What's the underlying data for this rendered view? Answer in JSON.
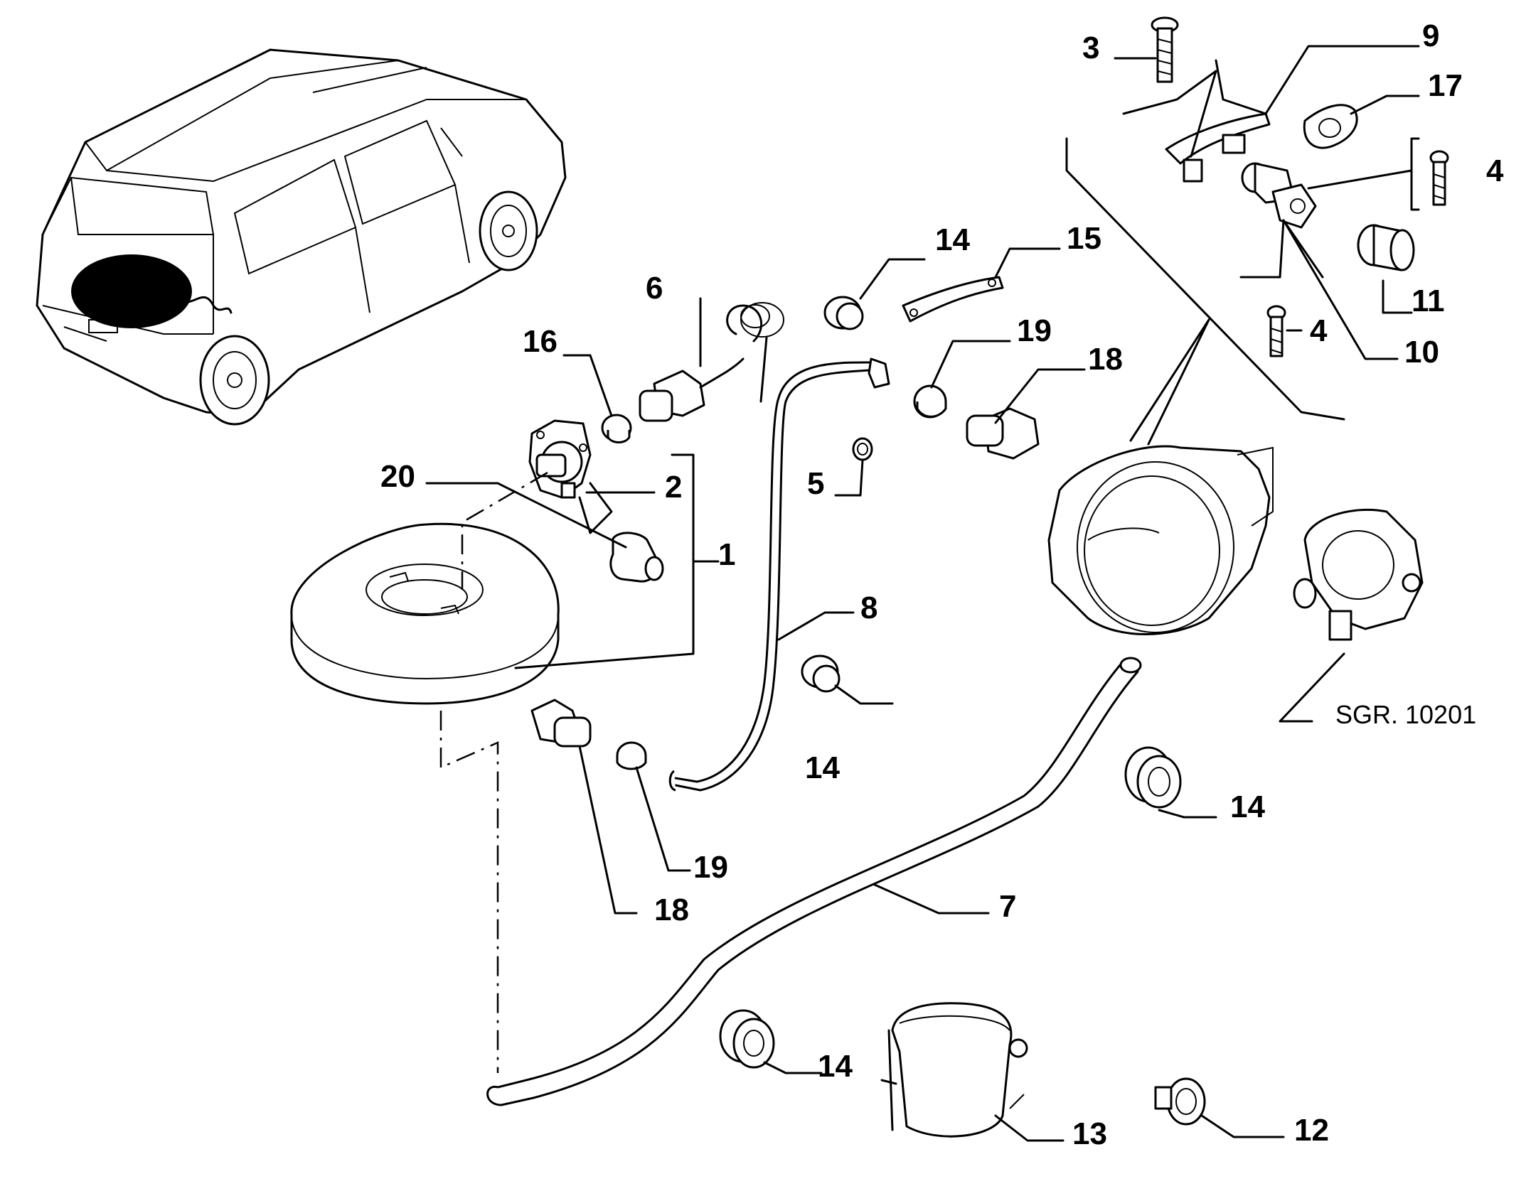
{
  "labels": {
    "l1": "1",
    "l2": "2",
    "l3": "3",
    "l4a": "4",
    "l4b": "4",
    "l5": "5",
    "l6": "6",
    "l7": "7",
    "l8": "8",
    "l9": "9",
    "l10": "10",
    "l11": "11",
    "l12": "12",
    "l13": "13",
    "l14a": "14",
    "l14b": "14",
    "l14c": "14",
    "l14d": "14",
    "l15": "15",
    "l16": "16",
    "l17": "17",
    "l18a": "18",
    "l18b": "18",
    "l19a": "19",
    "l19b": "19",
    "l20": "20"
  },
  "reference": "SGR. 10201"
}
